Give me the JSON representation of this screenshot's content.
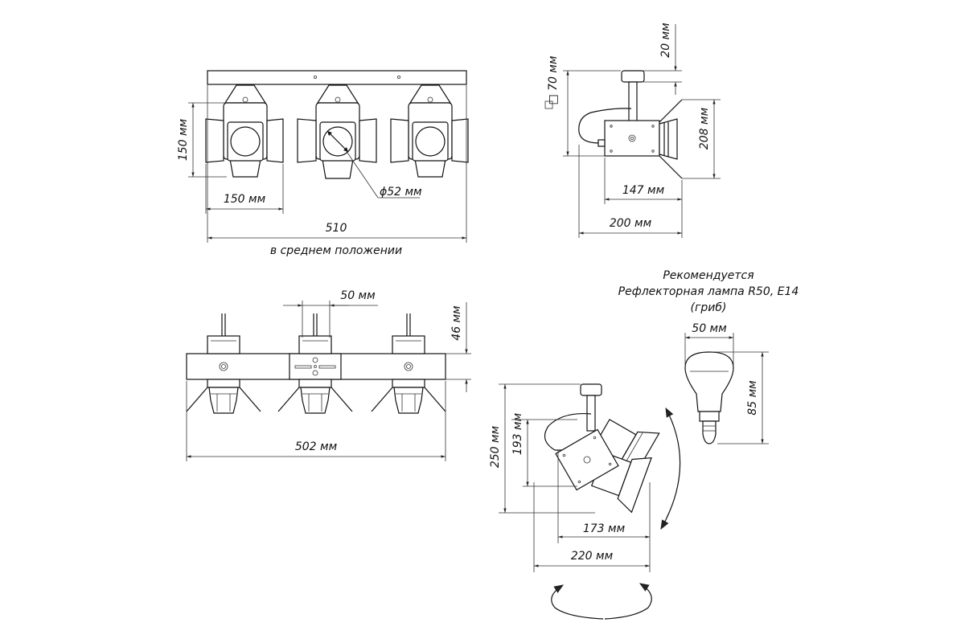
{
  "front_view": {
    "height_label": "150 мм",
    "spot_width_label": "150 мм",
    "lens_label": "ϕ52 мм",
    "total_width_label": "510",
    "position_note": "в среднем положении"
  },
  "side_view": {
    "base_size_label": "□ 70 мм",
    "stem_label": "20 мм",
    "height_label": "208 мм",
    "body_label": "147 мм",
    "depth_label": "200 мм"
  },
  "top_view": {
    "spacing_label": "50 мм",
    "height_label": "46 мм",
    "width_label": "502 мм"
  },
  "rotated_view": {
    "inner_height_label": "193 мм",
    "outer_height_label": "250 мм",
    "inner_width_label": "173 мм",
    "outer_width_label": "220 мм"
  },
  "lamp": {
    "title_line1": "Рекомендуется",
    "title_line2": "Рефлекторная лампа R50, E14",
    "title_line3": "(гриб)",
    "width_label": "50 мм",
    "height_label": "85 мм"
  }
}
